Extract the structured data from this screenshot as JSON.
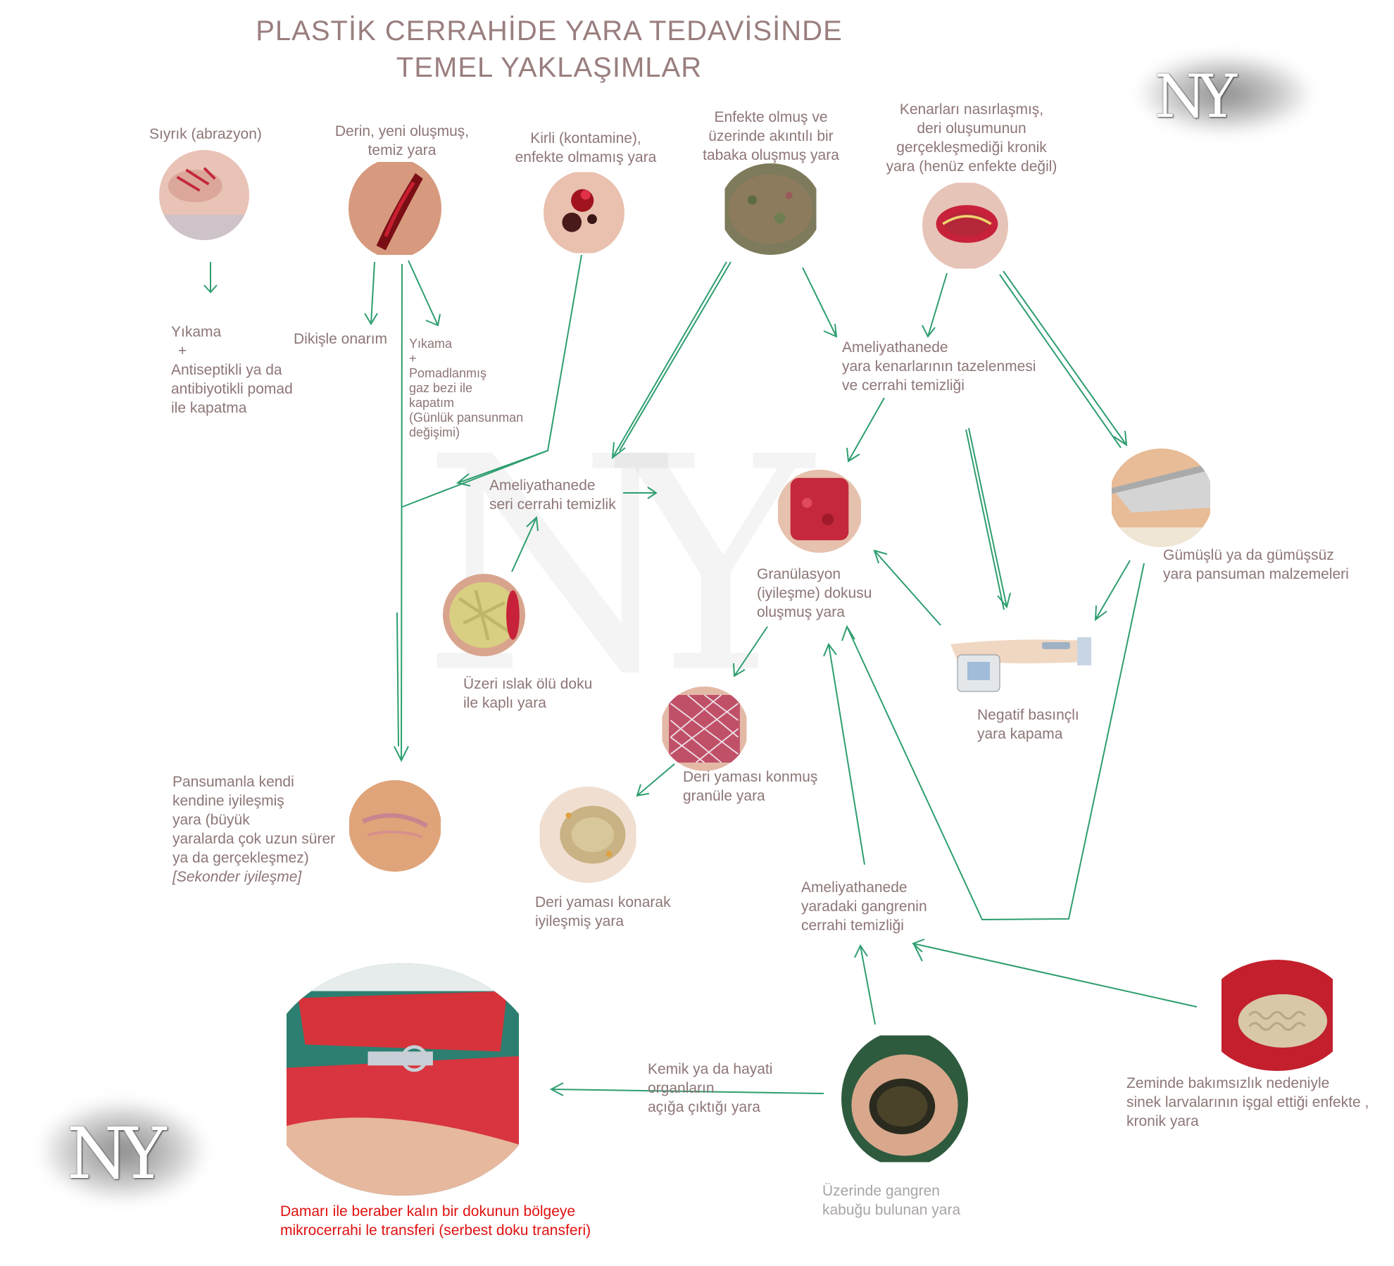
{
  "title_line1": "PLASTİK CERRAHİDE YARA TEDAVİSİNDE",
  "title_line2": "TEMEL YAKLAŞIMLAR",
  "logo_text": "NY",
  "arrow_color": "#2e9e6e",
  "labels": {
    "abrasion": "Sıyrık (abrazyon)",
    "deep_l1": "Derin, yeni oluşmuş,",
    "deep_l2": "temiz yara",
    "dirty_l1": "Kirli (kontamine),",
    "dirty_l2": "enfekte olmamış yara",
    "infected_l1": "Enfekte olmuş ve",
    "infected_l2": "üzerinde akıntılı bir",
    "infected_l3": "tabaka oluşmuş yara",
    "chronic_l1": "Kenarları nasırlaşmış,",
    "chronic_l2": "deri oluşumunun",
    "chronic_l3": "gerçekleşmediği kronik",
    "chronic_l4": "yara (henüz enfekte değil)",
    "wash_l1": "Yıkama",
    "wash_l2": "+",
    "wash_l3": "Antiseptikli ya da",
    "wash_l4": "antibiyotikli pomad",
    "wash_l5": "ile kapatma",
    "suture": "Dikişle onarım",
    "ointment_l1": "Yıkama",
    "ointment_l2": "+",
    "ointment_l3": "Pomadlanmış",
    "ointment_l4": "gaz bezi ile",
    "ointment_l5": "kapatım",
    "ointment_l6": "(Günlük pansunman",
    "ointment_l7": "değişimi)",
    "or_edges_l1": "Ameliyathanede",
    "or_edges_l2": "yara kenarlarının tazelenmesi",
    "or_edges_l3": "ve cerrahi temizliği",
    "serial_l1": "Ameliyathanede",
    "serial_l2": "seri cerrahi temizlik",
    "silver_l1": "Gümüşlü ya da gümüşsüz",
    "silver_l2": "yara pansuman malzemeleri",
    "gran_l1": "Granülasyon",
    "gran_l2": "(iyileşme) dokusu",
    "gran_l3": "oluşmuş yara",
    "necrotic_l1": "Üzeri ıslak ölü doku",
    "necrotic_l2": "ile kaplı yara",
    "npwt_l1": "Negatif basınçlı",
    "npwt_l2": "yara kapama",
    "graft_l1": "Deri yaması konmuş",
    "graft_l2": "granüle yara",
    "secondary_l1": "Pansumanla kendi",
    "secondary_l2": "kendine iyileşmiş",
    "secondary_l3": "yara (büyük",
    "secondary_l4": "yaralarda çok uzun sürer",
    "secondary_l5": "ya da gerçekleşmez)",
    "secondary_l6": "[Sekonder iyileşme]",
    "healed_l1": "Deri yaması konarak",
    "healed_l2": "iyileşmiş yara",
    "gangrene_or_l1": "Ameliyathanede",
    "gangrene_or_l2": "yaradaki gangrenin",
    "gangrene_or_l3": "cerrahi temizliği",
    "larvae_l1": "Zeminde bakımsızlık nedeniyle",
    "larvae_l2": "sinek larvalarının işgal ettiği enfekte ,",
    "larvae_l3": "kronik yara",
    "exposed_l1": "Kemik ya da hayati",
    "exposed_l2": "organların",
    "exposed_l3": "açığa çıktığı yara",
    "eschar_l1": "Üzerinde gangren",
    "eschar_l2": "kabuğu bulunan yara",
    "flap_l1": "Damarı ile beraber kalın bir dokunun bölgeye",
    "flap_l2": "mikrocerrahi le transferi (serbest doku transferi)"
  }
}
